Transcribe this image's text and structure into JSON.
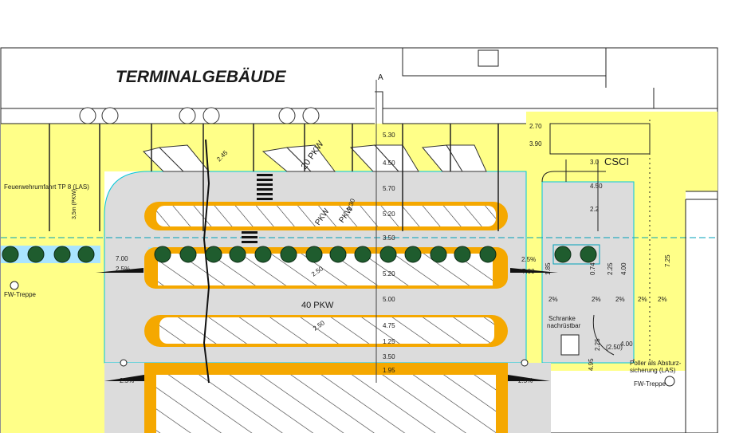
{
  "title": "TERMINALGEBÄUDE",
  "section_marker": "A",
  "labels": {
    "fire_lane": "Feuerwehrumfahrt TP 8 (LAS)",
    "fire_lane_width": "3,5m (PKW)",
    "pkw20": "20 PKW",
    "pkw_a": "PKW",
    "pkw_b": "PKW",
    "pkw40": "40 PKW",
    "csci": "CSCI",
    "fw_treppe_left": "FW-Treppe",
    "fw_treppe_right": "FW-Treppe",
    "schranke_1": "Schranke",
    "schranke_2": "nachrüstbar",
    "poller_1": "Poller als Absturz-",
    "poller_2": "sicherung (LAS)"
  },
  "center_dims": [
    "5.30",
    "4.50",
    "5.70",
    "5.20",
    "3.50",
    "5.20",
    "5.00",
    "4.75",
    "1.25",
    "3.50",
    "1.95"
  ],
  "right_dims": {
    "top_a": "2.70",
    "top_b": "3.90",
    "csci_a": "3.0",
    "csci_b": "4.50",
    "csci_c": "2.2",
    "h_left": "1.85",
    "h_074": "0.74",
    "h_225a": "2.25",
    "h_400a": "4.00",
    "h_725": "7.25",
    "h_225b": "2.25",
    "h_250": "(2.50)",
    "h_400b": "4.00",
    "h_495": "4.95"
  },
  "left_dims": {
    "d700a": "7.00",
    "d250": "2.50"
  },
  "right_row": {
    "d700": "7.00",
    "d25": "2.5%"
  },
  "percent": "2%",
  "percent_25": "2.5%",
  "stall_dim": "2.50",
  "stall_dim_b": "2.30",
  "stall_dim_c": "2.45",
  "colors": {
    "yellow": "#ffff88",
    "orange": "#f5a800",
    "gray": "#dcdcdc",
    "tree": "#1f5c2e",
    "cyan": "#00c8d8",
    "line": "#222222"
  }
}
